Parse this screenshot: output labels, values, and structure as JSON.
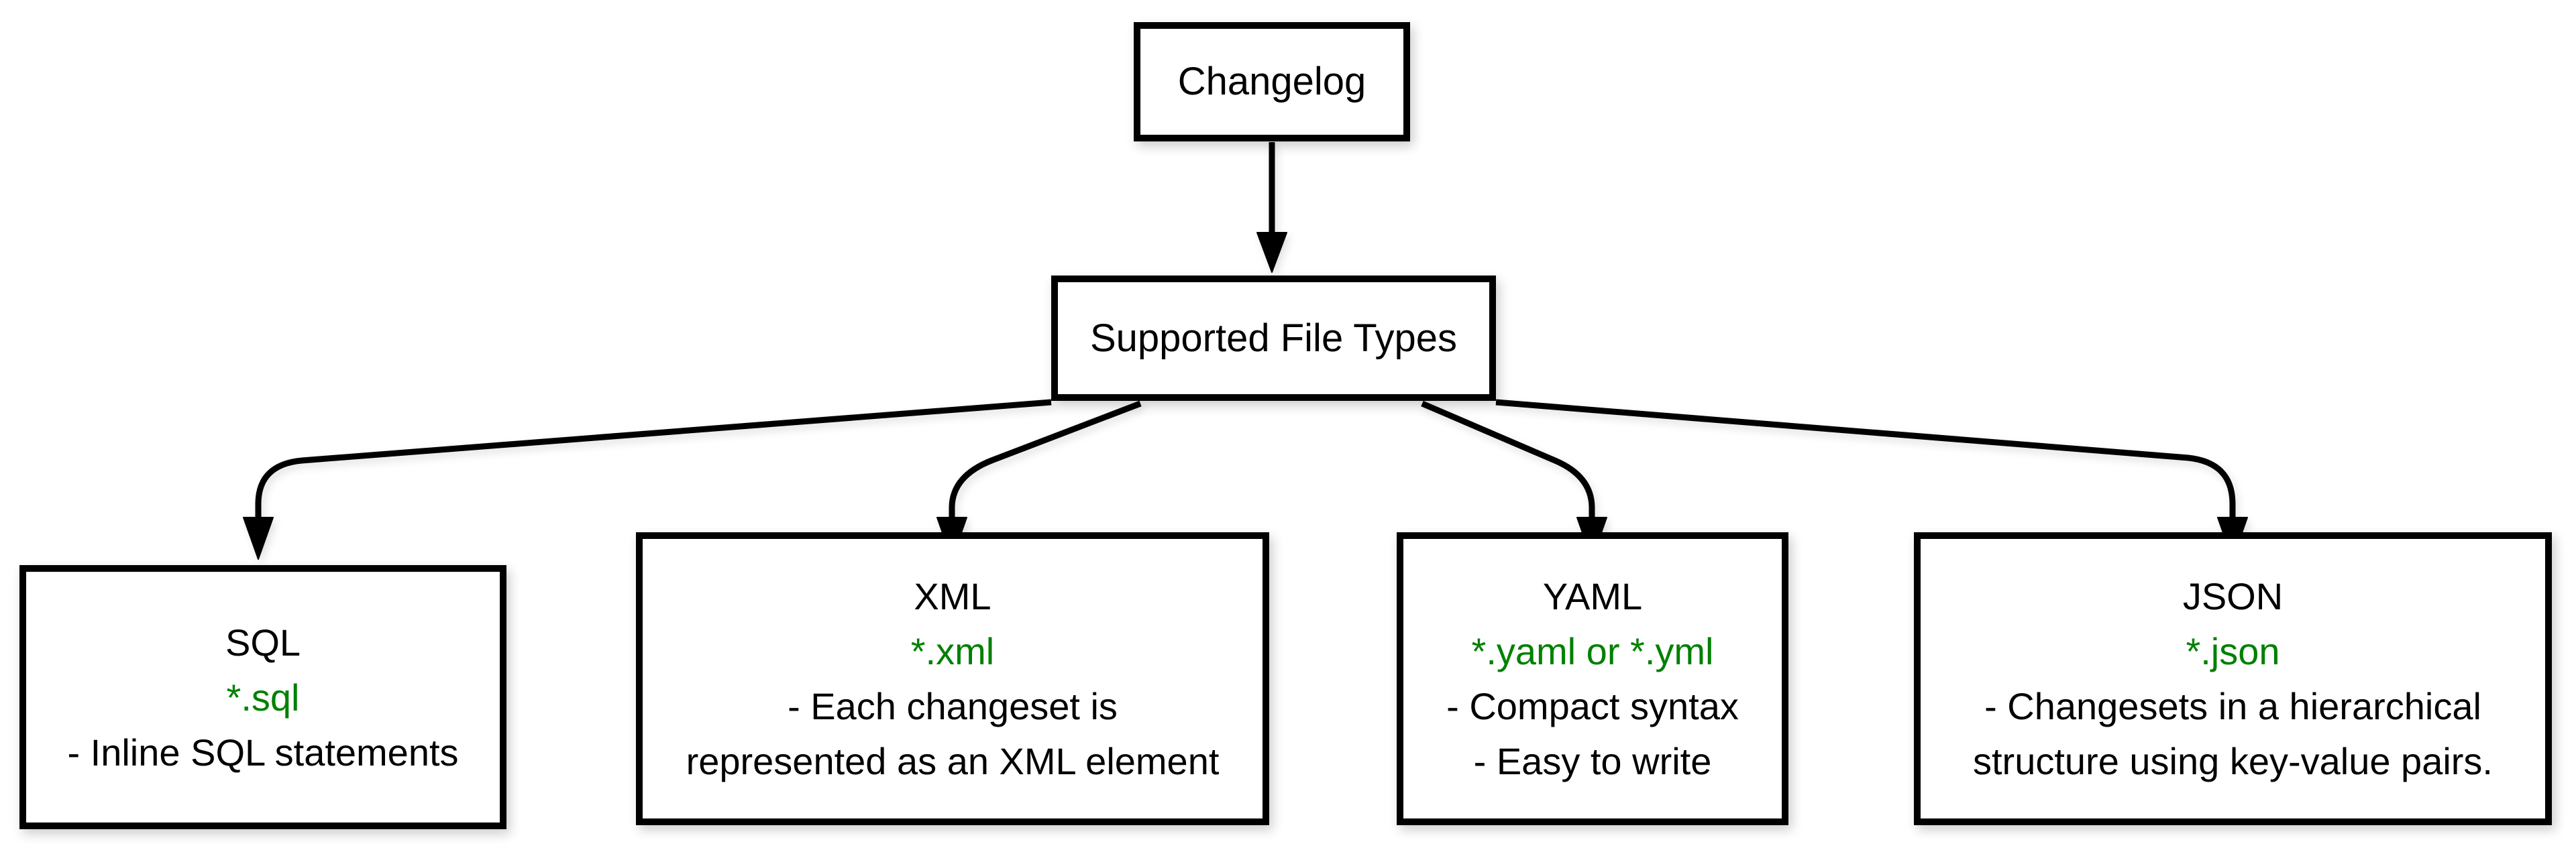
{
  "diagram": {
    "title_node": {
      "label": "Changelog"
    },
    "hub_node": {
      "label": "Supported File Types"
    },
    "colors": {
      "background": "#ffffff",
      "box_border": "#000000",
      "text": "#000000",
      "file_pattern_green": "#008000"
    },
    "nodes": [
      {
        "id": "sql",
        "title": "SQL",
        "pattern": "*.sql",
        "notes": [
          "- Inline SQL statements"
        ]
      },
      {
        "id": "xml",
        "title": "XML",
        "pattern": "*.xml",
        "notes": [
          "- Each changeset is",
          "represented as an XML element"
        ]
      },
      {
        "id": "yaml",
        "title": "YAML",
        "pattern": "*.yaml or *.yml",
        "notes": [
          "- Compact syntax",
          "- Easy to write"
        ]
      },
      {
        "id": "json",
        "title": "JSON",
        "pattern": "*.json",
        "notes": [
          "- Changesets in a hierarchical",
          "structure using key-value pairs."
        ]
      }
    ]
  }
}
